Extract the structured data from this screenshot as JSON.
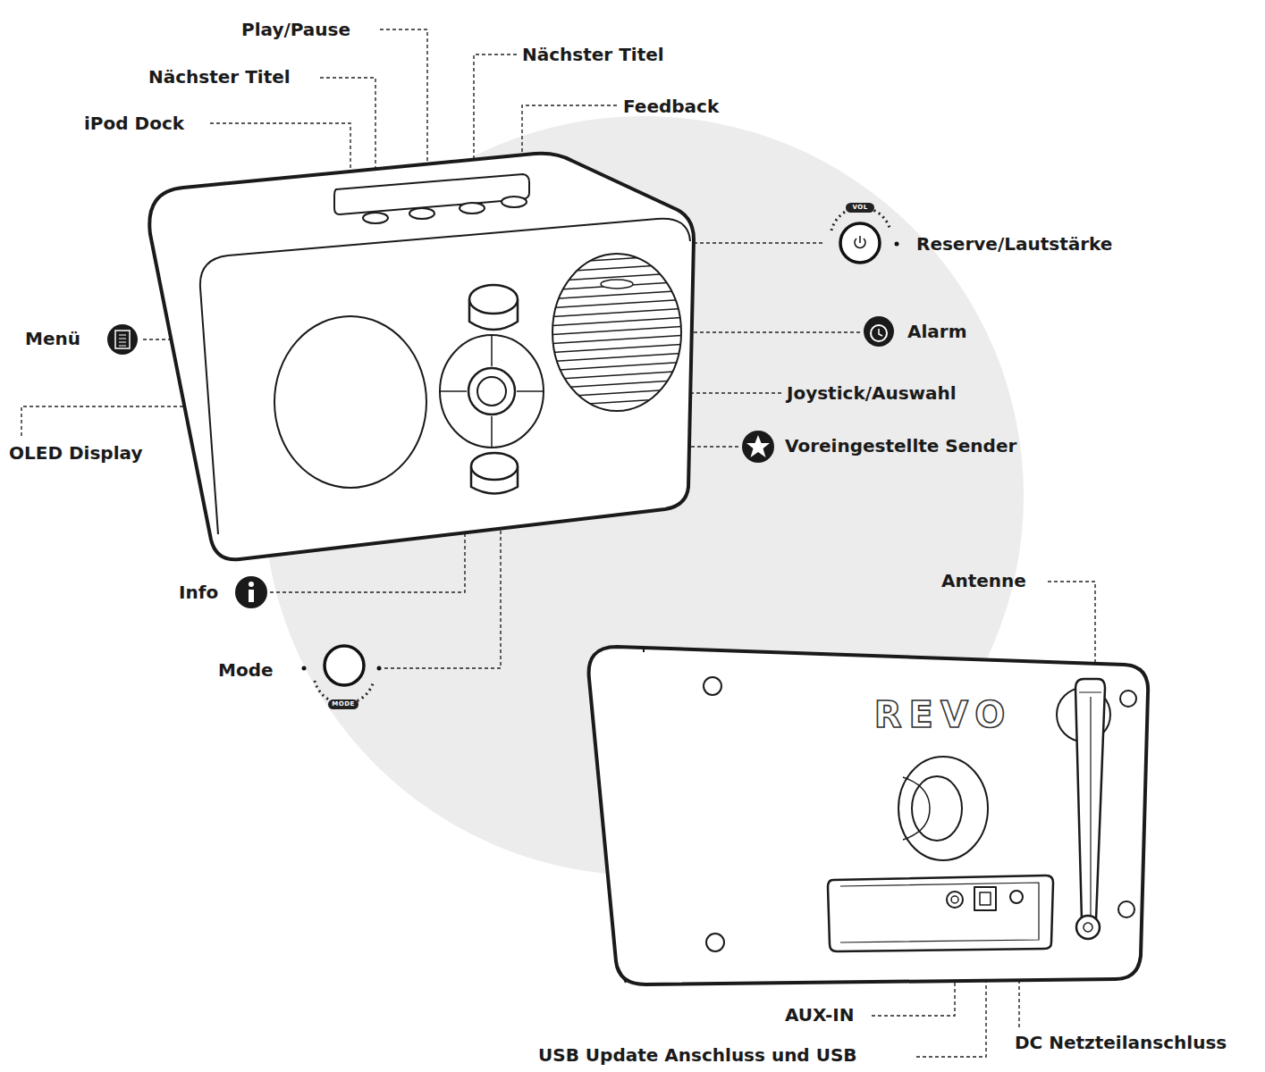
{
  "diagram": {
    "labels": [
      "Play/Pause",
      "Nächster Titel",
      "Nächster Titel",
      "iPod Dock",
      "Feedback",
      "Reserve/Lautstärke",
      "VOL",
      "Menü",
      "Alarm",
      "Joystick/Auswahl",
      "OLED Display",
      "Voreingestellte Sender",
      "Info",
      "Mode",
      "MODE",
      "Antenne",
      "REVO",
      "AUX-IN",
      "USB Update Anschluss und USB",
      "DC Netzteilanschluss"
    ]
  }
}
